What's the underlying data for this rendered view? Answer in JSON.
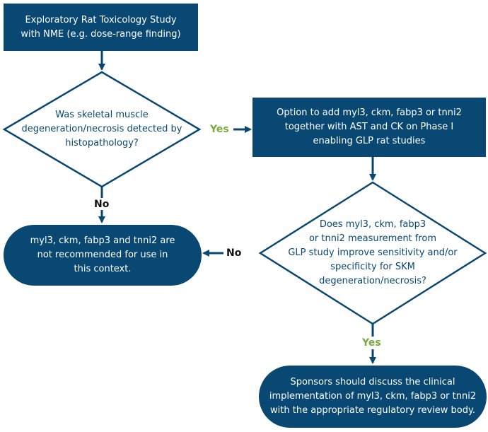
{
  "colors": {
    "primary": "#084872",
    "yes": "#7aab3c",
    "no": "#111111",
    "background": "#ffffff"
  },
  "nodes": {
    "start": "Exploratory Rat Toxicology Study\nwith NME (e.g. dose-range finding)",
    "decision1": "Was skeletal muscle\ndegeneration/necrosis detected by\nhistopathology?",
    "option": "Option to add myl3, ckm, fabp3 or tnni2\ntogether with AST and CK on Phase I\nenabling GLP rat studies",
    "decision2": "Does myl3, ckm, fabp3\nor tnni2 measurement from\nGLP study improve sensitivity and/or\nspecificity for SKM\ndegeneration/necrosis?",
    "not_recommended": "myl3, ckm, fabp3 and tnni2 are\nnot recommended for use in\nthis context.",
    "sponsors": "Sponsors should discuss the clinical\nimplementation of myl3, ckm, fabp3 or tnni2\nwith the appropriate regulatory review body."
  },
  "edge_labels": {
    "d1_yes": "Yes",
    "d1_no": "No",
    "d2_no": "No",
    "d2_yes": "Yes"
  }
}
